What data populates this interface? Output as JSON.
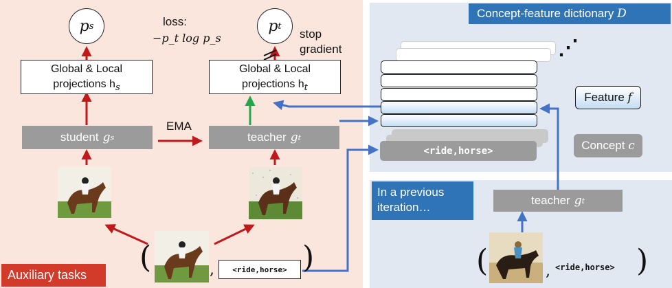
{
  "left_panel": {
    "ps_symbol": "p",
    "ps_sub": "s",
    "pt_symbol": "p",
    "pt_sub": "t",
    "loss_label": "loss:",
    "loss_formula": "−p_t log p_s",
    "stop_gradient_line1": "stop",
    "stop_gradient_line2": "gradient",
    "student_proj_line1": "Global & Local",
    "student_proj_line2": "projections h",
    "student_proj_sub": "s",
    "teacher_proj_line1": "Global & Local",
    "teacher_proj_line2": "projections h",
    "teacher_proj_sub": "t",
    "student_label": "student",
    "student_symbol": "g",
    "student_sub": "s",
    "teacher_label": "teacher",
    "teacher_symbol": "g",
    "teacher_sub": "t",
    "ema_label": "EMA",
    "concept_tag": "<ride,horse>",
    "aux_label": "Auxiliary tasks",
    "paren_open": "(",
    "paren_close": ")",
    "comma": ","
  },
  "right_panel": {
    "dict_title": "Concept-feature dictionary",
    "dict_symbol": "D",
    "dots": "⋰",
    "feature_label": "Feature",
    "feature_symbol": "f",
    "concept_label": "Concept",
    "concept_symbol": "c",
    "concept_pill": "<ride,horse>",
    "prev_line1": "In a previous",
    "prev_line2": "iteration…",
    "teacher_label": "teacher",
    "teacher_symbol": "g",
    "teacher_sub": "t",
    "concept_tag": "<ride,horse>",
    "paren_open": "(",
    "paren_close": ")",
    "comma": ","
  },
  "colors": {
    "left_bg": "#fae6dc",
    "right_bg": "#e1e8f1",
    "red_arrow": "#c0191b",
    "blue_arrow": "#4472c4",
    "green_arrow": "#22a84a",
    "gray_box": "#9b9b9b",
    "aux_tag": "#d23a2a",
    "blue_tag": "#2f74b6"
  }
}
